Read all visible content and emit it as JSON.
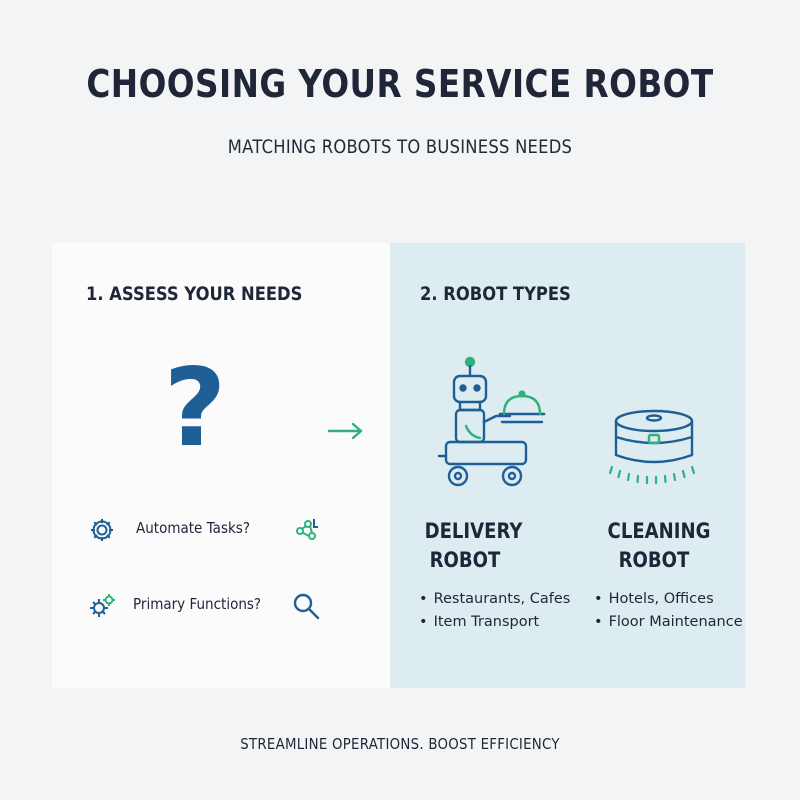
{
  "header": {
    "title": "CHOOSING YOUR SERVICE ROBOT",
    "subtitle": "MATCHING ROBOTS TO BUSINESS NEEDS"
  },
  "assess": {
    "heading": "1. ASSESS YOUR NEEDS",
    "question_mark": "?",
    "items": [
      {
        "label": "Automate Tasks?",
        "icon_left": "gear-icon",
        "icon_right": "workflow-icon"
      },
      {
        "label": "Primary Functions?",
        "icon_left": "gears-icon",
        "icon_right": "magnifier-icon"
      }
    ]
  },
  "arrow": {
    "icon": "arrow-right-icon"
  },
  "robot_types": {
    "heading": "2. ROBOT TYPES",
    "robots": [
      {
        "name_line1": "DELIVERY",
        "name_line2": "ROBOT",
        "icon": "delivery-robot-icon",
        "uses": [
          "Restaurants, Cafes",
          "Item Transport"
        ]
      },
      {
        "name_line1": "CLEANING",
        "name_line2": "ROBOT",
        "icon": "cleaning-robot-icon",
        "uses": [
          "Hotels, Offices",
          "Floor Maintenance"
        ]
      }
    ]
  },
  "footer": {
    "tagline": "STREAMLINE OPERATIONS. BOOST EFFICIENCY"
  },
  "colors": {
    "navy": "#1e2637",
    "blue": "#1f5f96",
    "green": "#2fb27a",
    "panel_right": "#dcecf0"
  }
}
